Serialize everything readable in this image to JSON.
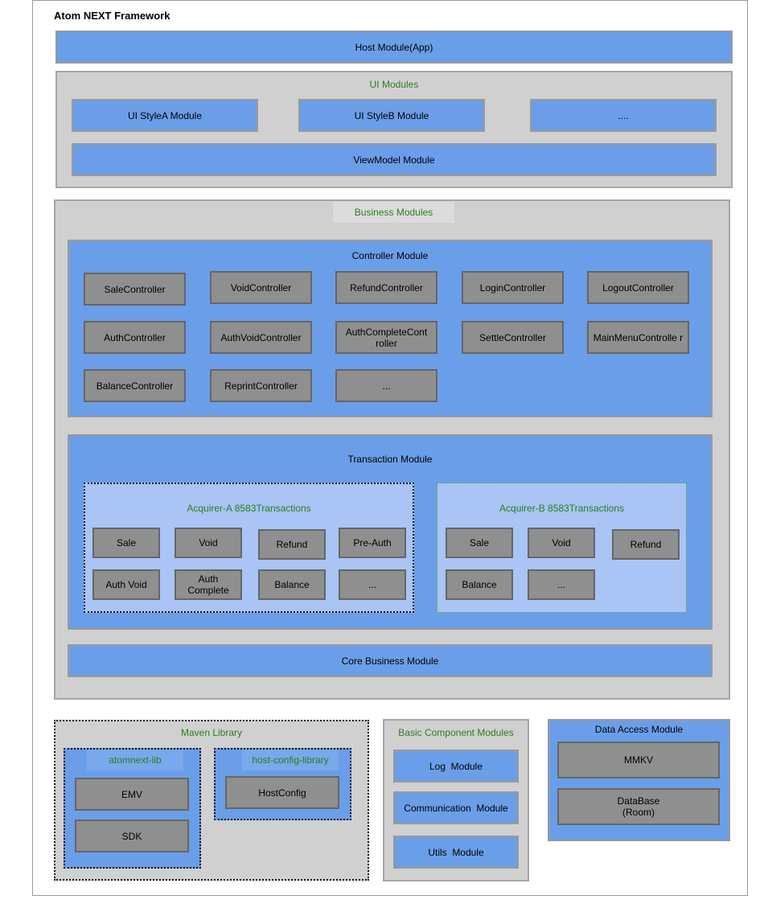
{
  "framework": {
    "title": "Atom NEXT Framework"
  },
  "host_module": {
    "label": "Host Module(App)"
  },
  "ui_modules": {
    "label": "UI Modules",
    "items": [
      "UI StyleA Module",
      "UI StyleB Module",
      "...."
    ],
    "viewmodel": "ViewModel Module"
  },
  "business_modules": {
    "label": "Business Modules",
    "controller_module": {
      "label": "Controller Module",
      "controllers": [
        "SaleController",
        "VoidController",
        "RefundController",
        "LoginController",
        "LogoutController",
        "AuthController",
        "AuthVoidController",
        "AuthCompleteCont roller",
        "SettleController",
        "MainMenuControlle r",
        "BalanceController",
        "ReprintController",
        "..."
      ]
    },
    "transaction_module": {
      "label": "Transaction Module",
      "acquirer_a": {
        "label": "Acquirer-A 8583Transactions",
        "items": [
          "Sale",
          "Void",
          "Refund",
          "Pre-Auth",
          "Auth Void",
          "Auth Complete",
          "Balance",
          "..."
        ]
      },
      "acquirer_b": {
        "label": "Acquirer-B 8583Transactions",
        "items": [
          "Sale",
          "Void",
          "Refund",
          "Balance",
          "..."
        ]
      }
    },
    "core_business": "Core Business Module"
  },
  "maven_library": {
    "label": "Maven Library",
    "atomnext_lib": {
      "label": "atomnext-lib",
      "items": [
        "EMV",
        "SDK"
      ]
    },
    "host_config_library": {
      "label": "host-config-library",
      "items": [
        "HostConfig"
      ]
    }
  },
  "basic_component_modules": {
    "label": "Basic Component Modules",
    "items": [
      "Log  Module",
      "Communication  Module",
      "Utils  Module"
    ]
  },
  "data_access_module": {
    "label": "Data Access Module",
    "items": [
      "MMKV",
      "DataBase\n(Room)"
    ]
  },
  "colors": {
    "module_blue": "#6b9ee8",
    "panel_gray": "#d0d0d0",
    "box_gray": "#8f8f8f",
    "acquirer_lightblue": "#a9c4f5",
    "label_green": "#2e7d1e"
  }
}
